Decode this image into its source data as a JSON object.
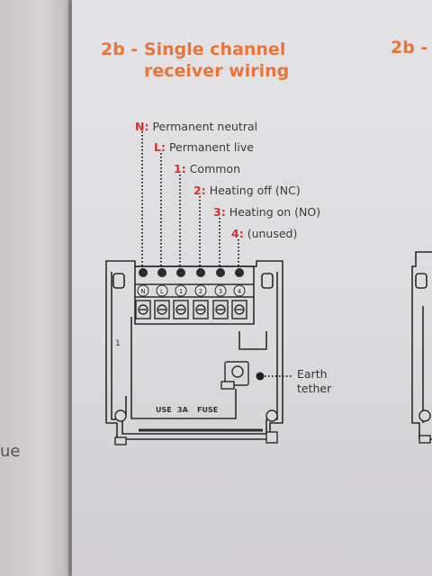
{
  "left_page": {
    "edge_text": "ue"
  },
  "header": {
    "title_line1": "2b - Single channel",
    "title_line2": "receiver wiring",
    "right_page_title": "2b -"
  },
  "terminals": [
    {
      "code": "N",
      "description": "Permanent neutral",
      "marking": "N"
    },
    {
      "code": "L",
      "description": "Permanent live",
      "marking": "L"
    },
    {
      "code": "1",
      "description": "Common",
      "marking": "1"
    },
    {
      "code": "2",
      "description": "Heating off (NC)",
      "marking": "2"
    },
    {
      "code": "3",
      "description": "Heating on (NO)",
      "marking": "3"
    },
    {
      "code": "4",
      "description": "(unused)",
      "marking": "4"
    }
  ],
  "earth": {
    "line1": "Earth",
    "line2": "tether"
  },
  "board": {
    "side_number": "1",
    "fuse_labels": [
      "USE",
      "3A",
      "FUSE"
    ]
  },
  "colors": {
    "accent_orange": "#e8753a",
    "code_red": "#d8312a",
    "text": "#3a3a3a",
    "page": "#dcdbde"
  }
}
